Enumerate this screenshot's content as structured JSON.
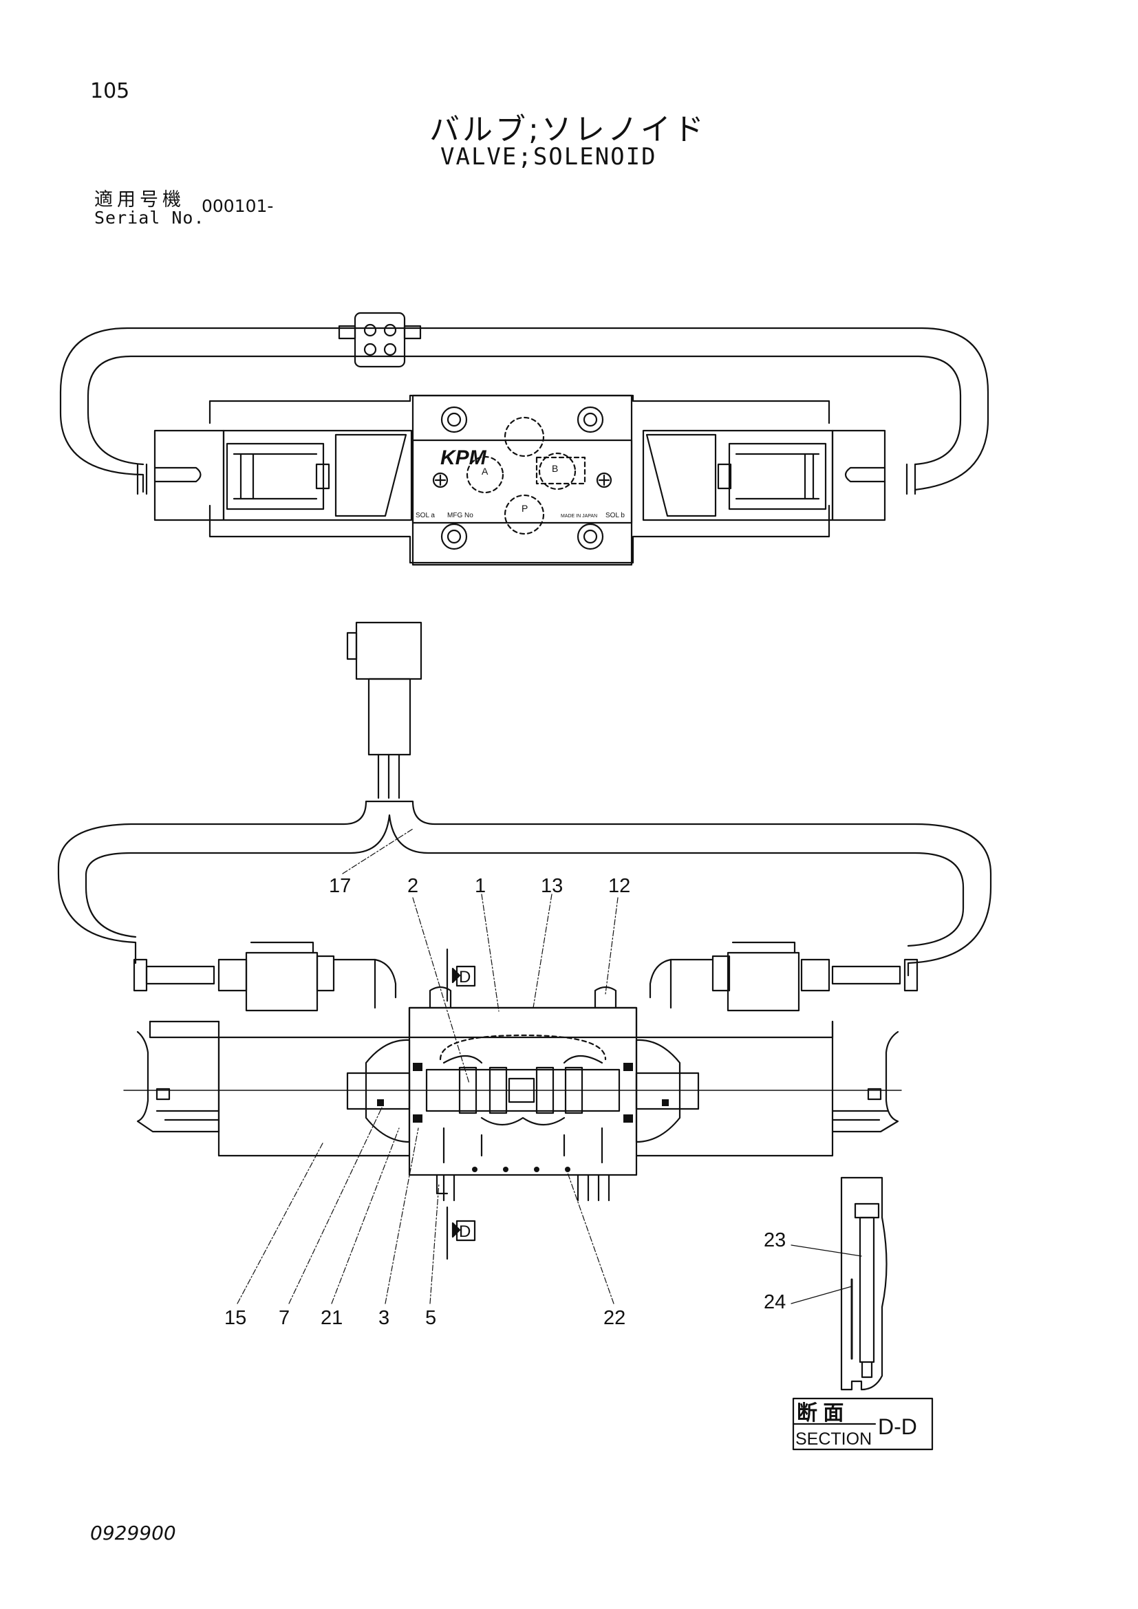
{
  "header": {
    "page_number": "105",
    "title_jp": "バルブ;ソレノイド",
    "title_en": "VALVE;SOLENOID",
    "serial_label_jp": "適用号機",
    "serial_label_en": "Serial No.",
    "serial_value": "000101-"
  },
  "top_view": {
    "brand": "KPM",
    "port_a": "A",
    "port_b": "B",
    "port_p": "P",
    "label_sol_a": "SOL a",
    "label_mfg": "MFG No",
    "label_made_in": "MADE IN JAPAN",
    "label_sol_b": "SOL b"
  },
  "callouts": [
    "17",
    "2",
    "1",
    "13",
    "12",
    "15",
    "7",
    "21",
    "3",
    "5",
    "22",
    "23",
    "24"
  ],
  "section_marker": "D",
  "section_box": {
    "jp": "断 面",
    "en": "SECTION",
    "id": "D-D"
  },
  "footer": {
    "doc_code": "0929900"
  }
}
